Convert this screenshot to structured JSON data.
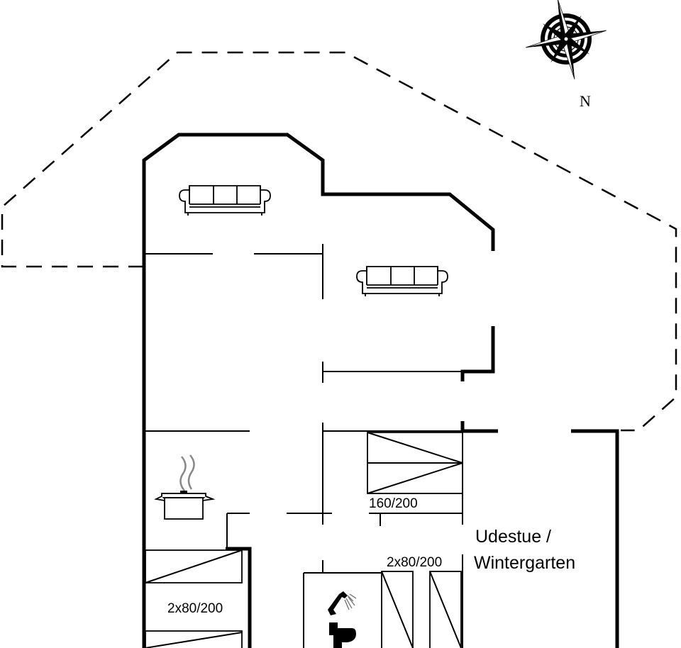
{
  "compass": {
    "north_label": "N"
  },
  "beds": {
    "double": "160/200",
    "twin_upper": "2x80/200",
    "twin_lower": "2x80/200"
  },
  "rooms": {
    "conservatory_line1": "Udestue /",
    "conservatory_line2": "Wintergarten"
  },
  "icons": [
    "compass-rose-icon",
    "sofa-icon",
    "cooking-pot-icon",
    "shower-icon",
    "toilet-icon"
  ]
}
